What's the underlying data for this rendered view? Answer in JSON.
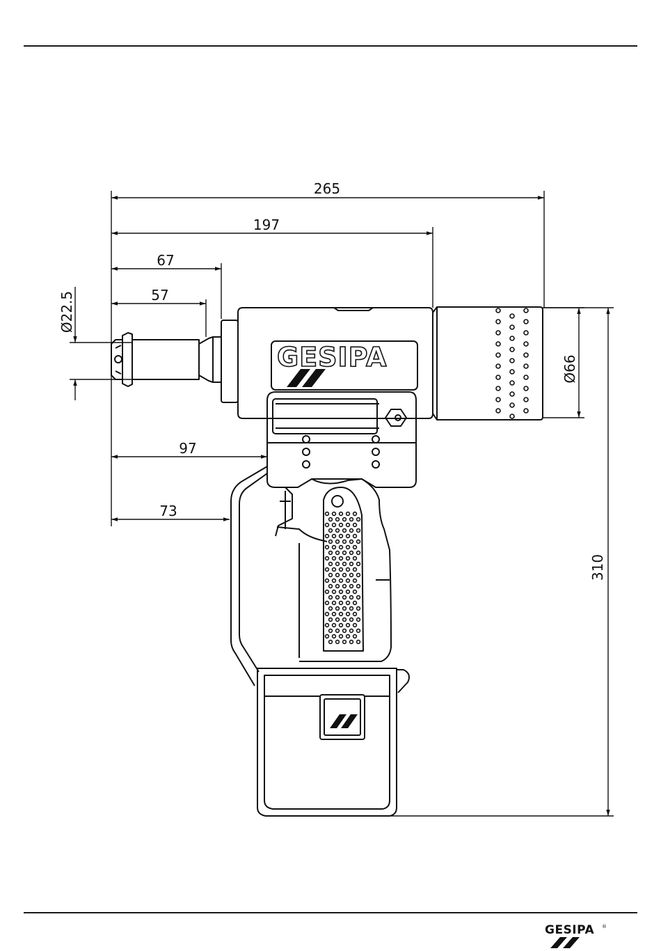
{
  "diagram": {
    "brand_logo_text": "GESIPA",
    "dimensions": {
      "overall_length": "265",
      "length_to_motor": "197",
      "length_to_head": "67",
      "nose_length": "57",
      "length_to_trigger": "97",
      "length_to_guard": "73",
      "nose_diameter": "Ø22.5",
      "motor_diameter": "Ø66",
      "overall_height": "310"
    }
  },
  "footer": {
    "logo_text": "GESIPA"
  }
}
